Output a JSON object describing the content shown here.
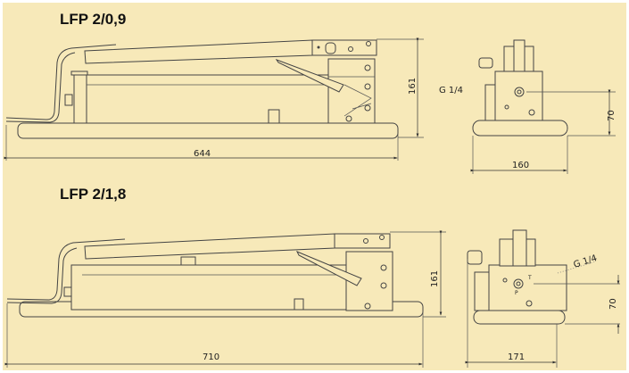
{
  "models": [
    {
      "title": "LFP 2/0,9",
      "side_view": {
        "length": "644",
        "height": "161"
      },
      "end_view": {
        "port": "G 1/4",
        "port_height": "70",
        "width": "160"
      }
    },
    {
      "title": "LFP 2/1,8",
      "side_view": {
        "length": "710",
        "height": "161"
      },
      "end_view": {
        "port": "G 1/4",
        "port_height": "70",
        "width": "171",
        "port_labels": [
          "P",
          "T"
        ]
      }
    }
  ],
  "colors": {
    "background": "#F7E9B9",
    "lines": "#444444"
  }
}
